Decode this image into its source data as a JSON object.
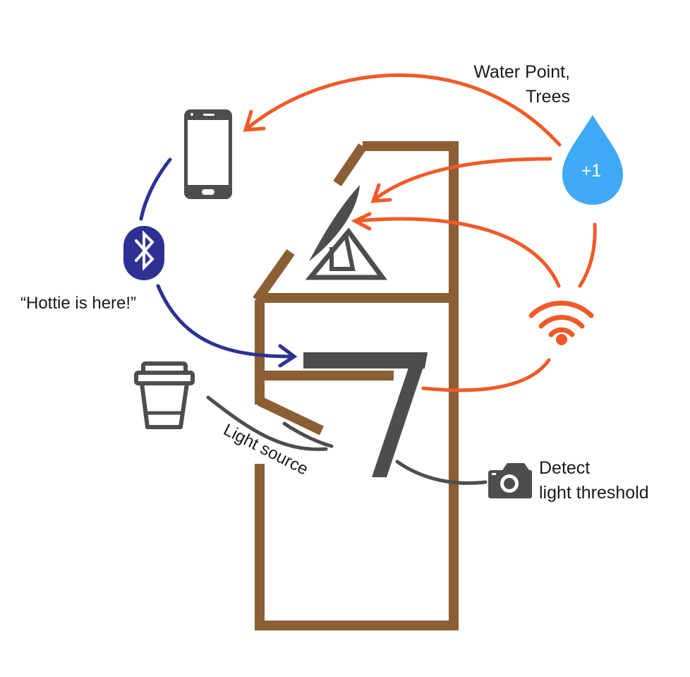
{
  "labels": {
    "water_line1": "Water Point,",
    "water_line2": "Trees",
    "drop_value": "+1",
    "bluetooth_message": "“Hottie is here!”",
    "light_source": "Light source",
    "detect_line1": "Detect",
    "detect_line2": "light threshold"
  },
  "colors": {
    "wood": "#8B5E34",
    "orange": "#F05A28",
    "navy": "#2E3192",
    "dark": "#4D4D4D",
    "water": "#3FA9F5",
    "white": "#FFFFFF"
  },
  "icons": {
    "phone": "smartphone-icon",
    "bluetooth": "bluetooth-icon",
    "drop": "water-drop-icon",
    "wifi": "wifi-icon",
    "cup": "coffee-cup-icon",
    "camera": "camera-icon",
    "solar": "solar-panel-icon",
    "seven": "seven-shape"
  }
}
